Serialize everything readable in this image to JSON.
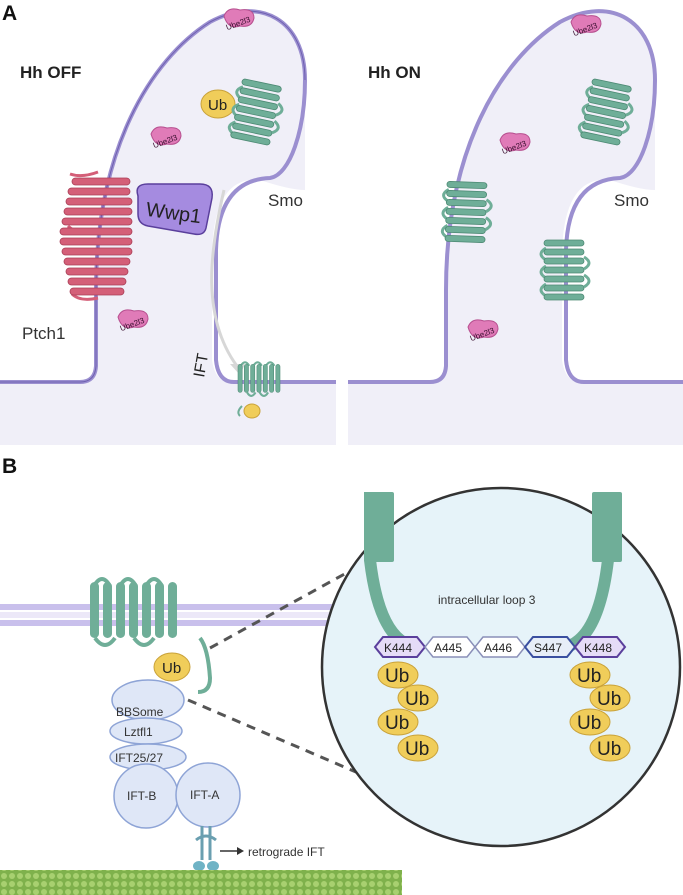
{
  "panel_a": {
    "letter": "A",
    "off_label": "Hh OFF",
    "on_label": "Hh ON",
    "ptch1": "Ptch1",
    "smo": "Smo",
    "wwp1": "Wwp1",
    "ub": "Ub",
    "ift": "IFT",
    "ube2l3": "Ube2l3"
  },
  "panel_b": {
    "letter": "B",
    "ub": "Ub",
    "complex": [
      "BBSome",
      "Lztfl1",
      "IFT25/27"
    ],
    "ift_b": "IFT-B",
    "ift_a": "IFT-A",
    "retrograde": "retrograde IFT",
    "loop_label": "intracellular loop 3",
    "residues": [
      "K444",
      "A445",
      "A446",
      "S447",
      "K448"
    ]
  },
  "colors": {
    "membrane": "#9b8fd0",
    "cilium_fill": "#f0eff8",
    "smo": "#6fae98",
    "ptch1": "#d45f78",
    "ube2l3": "#e07bb8",
    "wwp1": "#a58be0",
    "ub": "#f0cd5a",
    "zoom_fill": "#e6f3f9"
  }
}
